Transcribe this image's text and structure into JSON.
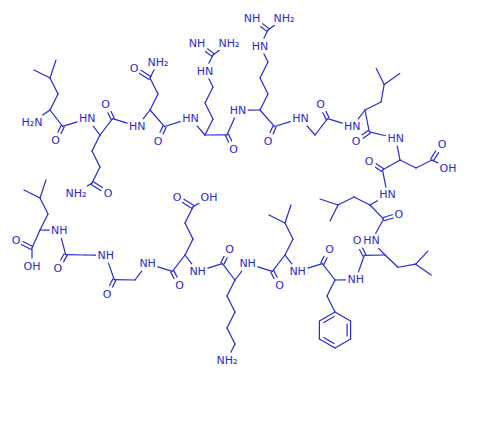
{
  "diagram": {
    "labels": [
      "H₂N",
      "O",
      "HN",
      "O",
      "NH₂",
      "O",
      "HN",
      "O",
      "NH₂",
      "O",
      "HN",
      "HN",
      "NH",
      "NH₂",
      "O",
      "HN",
      "HN",
      "NH",
      "NH₂",
      "O",
      "HN",
      "O",
      "HN",
      "O",
      "HN",
      "O",
      "OH",
      "O",
      "HN",
      "O",
      "HN",
      "O",
      "NH",
      "O",
      "NH",
      "O",
      "NH",
      "NH₂",
      "O",
      "NH",
      "O",
      "OH",
      "O",
      "NH",
      "O",
      "NH",
      "O",
      "NH",
      "O",
      "OH"
    ]
  }
}
